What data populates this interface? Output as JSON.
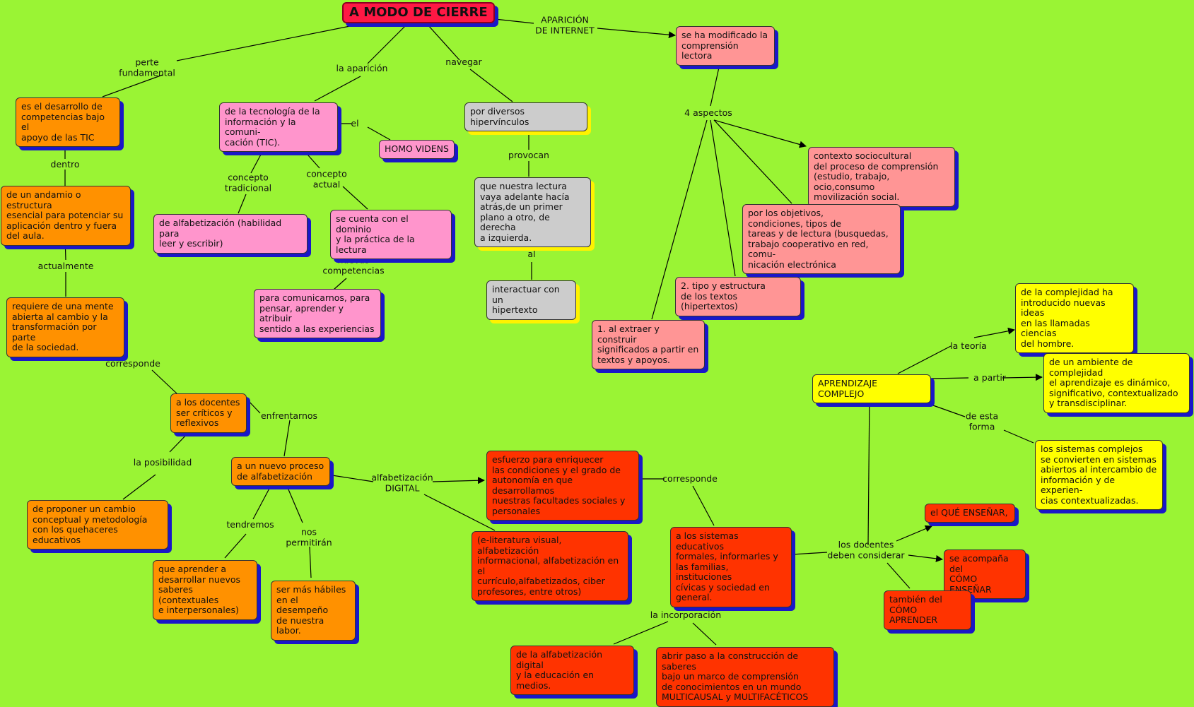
{
  "title": "A MODO DE CIERRE",
  "nodes": {
    "n_internet": "se ha modificado la\ncomprensión lectora",
    "n_tic_dev": "es el desarrollo de\ncompetencias bajo el\napoyo de las TIC",
    "n_tech": "de la tecnología de la\ninformación y la comuni-\ncación (TIC).",
    "n_homo": "HOMO VIDENS",
    "n_hiper": "por diversos hipervínculos",
    "n_lectura": "que nuestra lectura\nvaya adelante hacía\natrás,de un primer\nplano a otro, de derecha\na izquierda.",
    "n_interactuar": "interactuar con un\nhipertexto",
    "n_andamio": "de un andamio o estructura\n esencial para potenciar su\naplicación dentro y fuera\ndel aula.",
    "n_alfab": "de alfabetización (habilidad para\nleer y escribir)",
    "n_dominio": "se cuenta con el dominio\ny la práctica de la lectura",
    "n_comunicar": "para comunicarnos, para\npensar, aprender y atribuir\nsentido a las experiencias",
    "n_mente": "requiere de una mente\nabierta al cambio y la\ntransformación por parte\nde la sociedad.",
    "n_contexto": "contexto sociocultural\ndel proceso de comprensión\n(estudio, trabajo, ocio,consumo\nmovilización social.",
    "n_objetivos": "por los objetivos,\ncondiciones, tipos de\ntareas y de lectura (busquedas,\ntrabajo cooperativo en red, comu-\nnicación electrónica",
    "n_tipo": "2. tipo y estructura\nde los textos (hipertextos)",
    "n_extraer": "1. al extraer y construir\nsignificados a partir en\ntextos y apoyos.",
    "n_teoria": "de la complejidad ha\nintroducido nuevas ideas\nen las llamadas ciencias\ndel hombre.",
    "n_aprendizaje": "APRENDIZAJE COMPLEJO",
    "n_ambiente": "de un ambiente de complejidad\nel aprendizaje es dinámico,\nsignificativo, contextualizado\ny transdisciplinar.",
    "n_sistemas": "los sistemas complejos\nse convierten en sistemas\nabiertos al intercambio de\ninformación y de experien-\ncias contextualizadas.",
    "n_docentes": "a los docentes\nser críticos y\nreflexivos",
    "n_proceso": "a  un nuevo proceso\nde alfabetización",
    "n_esfuerzo": "esfuerzo para enriquecer\nlas condiciones y el grado de\nautonomía en que desarrollamos\nnuestras facultades sociales y\npersonales",
    "n_proponer": "de proponer un cambio\nconceptual y metodología\ncon los quehaceres educativos",
    "n_eliteratura": "(e-literatura visual, alfabetización\ninformacional, alfabetización en el\ncurrículo,alfabetizados, ciber\nprofesores, entre otros)",
    "n_sisedu": "a los sistemas educativos\nformales, informarles y\nlas familias, instituciones\ncívicas y sociedad en\ngeneral.",
    "n_que": "el QUÉ ENSEÑAR,",
    "n_como": "se acompaña del\nCÓMO ENSEÑAR",
    "n_aprender": "también del\nCÓMO APRENDER",
    "n_saberes": "que aprender a\ndesarrollar nuevos\nsaberes (contextuales\ne interpersonales)",
    "n_habiles": "ser más hábiles\nen el desempeño\nde nuestra labor.",
    "n_digital": "de la alfabetización digital\ny la educación en medios.",
    "n_abrir": "abrir paso a la construcción de saberes\nbajo un marco de comprensión\nde conocimientos en un mundo\nMULTICAUSAL y MULTIFACÉTICOS"
  },
  "labels": {
    "l_aparicion_internet": "APARICIÓN\nDE INTERNET",
    "l_perte": "perte\nfundamental",
    "l_la_aparicion": "la aparición",
    "l_navegar": "navegar",
    "l_4aspectos": "4 aspectos",
    "l_el": "el",
    "l_provocan": "provocan",
    "l_dentro": "dentro",
    "l_tradicional": "concepto\ntradicional",
    "l_actual": "concepto\nactual",
    "l_al": "al",
    "l_nuevas": "nuevas\ncompetencias",
    "l_actualmente": "actualmente",
    "l_teoria": "la teoría",
    "l_corresponde1": "corresponde",
    "l_apartir": "a partir",
    "l_enfrentarnos": "enfrentarnos",
    "l_estaforma": "de  esta\nforma",
    "l_posibilidad": "la posibilidad",
    "l_alfdigital": "alfabetización\nDIGITAL",
    "l_corresponde2": "corresponde",
    "l_tendremos": "tendremos",
    "l_nospermitiran": "nos\npermitirán",
    "l_losdocentes": "los docentes\ndeben considerar",
    "l_incorporacion": "la incorporación"
  }
}
